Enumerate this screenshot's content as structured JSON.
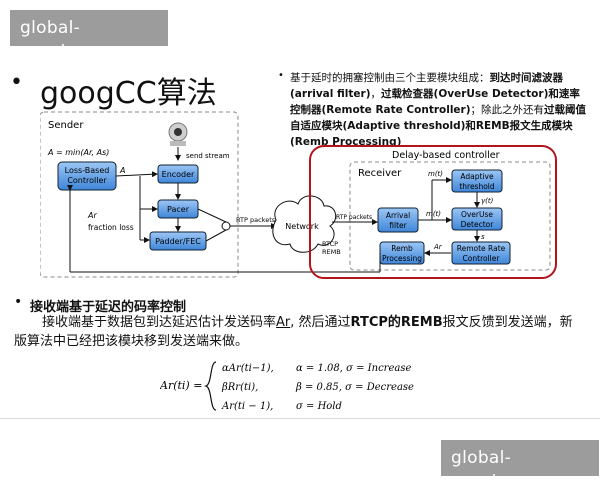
{
  "watermark": {
    "text": "global-zucai.com"
  },
  "slide": {
    "title": "googCC算法",
    "intro_plain_1": "基于延时的拥塞控制由三个主要模块组成：",
    "intro_bold_1": "到达时间滤波器(arrival filter)",
    "intro_plain_2": "，",
    "intro_bold_2": "过载检查器(OverUse Detector)和速率控制器(Remote Rate Controller)",
    "intro_plain_3": "；除此之外还有",
    "intro_bold_3": "过载阈值自适应模块(Adaptive threshold)和REMB报文生成模块(Remb Processing)",
    "section_heading": "接收端基于延迟的码率控制",
    "section_body_1": "接收端基于数据包到达延迟估计发送码率",
    "section_body_ar": "Ar",
    "section_body_2": ", 然后通过",
    "section_body_bold": "RTCP的REMB",
    "section_body_3": "报文反馈到发送端，新版算法中已经把该模块移到发送端来做。"
  },
  "diagram": {
    "sender_label": "Sender",
    "formula": "A = min(Ar, As)",
    "loss_ctrl": [
      "Loss-Based",
      "Controller"
    ],
    "encoder": "Encoder",
    "pacer": "Pacer",
    "padder": "Padder/FEC",
    "send_stream": "send stream",
    "a_label": "A",
    "ar_label": "Ar",
    "fraction_loss": "fraction loss",
    "rtp_packets": "RTP packets",
    "network": "Network",
    "delay_title": "Delay-based controller",
    "receiver": "Receiver",
    "arrival_filter": [
      "Arrival",
      "filter"
    ],
    "adaptive": [
      "Adaptive",
      "threshold"
    ],
    "overuse": [
      "OverUse",
      "Detector"
    ],
    "remote_rate": [
      "Remote Rate",
      "Controller"
    ],
    "remb_proc": [
      "Remb",
      "Processing"
    ],
    "mt": "m(t)",
    "gamma": "γ(t)",
    "s": "s",
    "rtcp": "RTCP",
    "remb": "REMB"
  },
  "equation": {
    "lhs": "Ar(ti) =",
    "rows": [
      {
        "expr": "αAr(ti−1),",
        "cond": "α = 1.08, σ = Increase"
      },
      {
        "expr": "βRr(ti),",
        "cond": "β = 0.85, σ = Decrease"
      },
      {
        "expr": "Ar(ti − 1),",
        "cond": "σ = Hold"
      }
    ]
  }
}
